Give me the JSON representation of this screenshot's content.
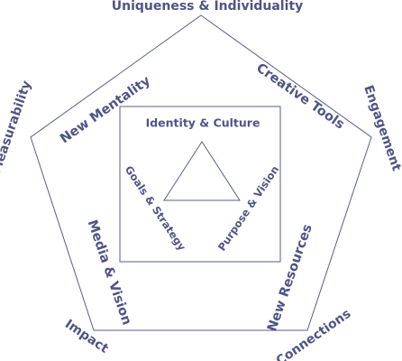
{
  "diagram": {
    "vertex_labels": {
      "top": "Uniqueness & Individuality",
      "left": "Measurability",
      "right": "Engagement",
      "bottom_left": "Impact",
      "bottom_right": "Connections"
    },
    "edge_labels": {
      "upper_left": "New Mentality",
      "upper_right": "Creative Tools",
      "lower_left": "Media & Vision",
      "lower_right": "New Resources"
    },
    "square_label": "Identity & Culture",
    "triangle_labels": {
      "left": "Goals & Strategy",
      "right": "Purpose & Vision"
    }
  }
}
